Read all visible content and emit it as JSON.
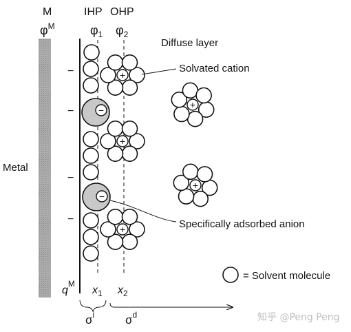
{
  "labels": {
    "metal_symbol": "M",
    "phi_m_base": "φ",
    "phi_m_sup": "M",
    "ihp": "IHP",
    "ohp": "OHP",
    "phi1_base": "φ",
    "phi1_sub": "1",
    "phi2_base": "φ",
    "phi2_sub": "2",
    "diffuse_layer": "Diffuse layer",
    "solvated_cation": "Solvated cation",
    "specifically_adsorbed_anion": "Specifically adsorbed anion",
    "metal": "Metal",
    "solvent_legend": "= Solvent molecule",
    "qm_base": "q",
    "qm_sup": "M",
    "x1_base": "x",
    "x1_sub": "1",
    "x2_base": "x",
    "x2_sub": "2",
    "sigma_i_base": "σ",
    "sigma_i_sup": "i",
    "sigma_d_base": "σ",
    "sigma_d_sup": "d",
    "watermark": "知乎 @Peng Peng"
  },
  "charge_symbols": {
    "minus": "−",
    "plus": "+"
  },
  "colors": {
    "metal_fill": "#a8a8a8",
    "anion_fill": "#c8c8c8",
    "line": "#111111",
    "watermark": "#bfbfbf"
  }
}
